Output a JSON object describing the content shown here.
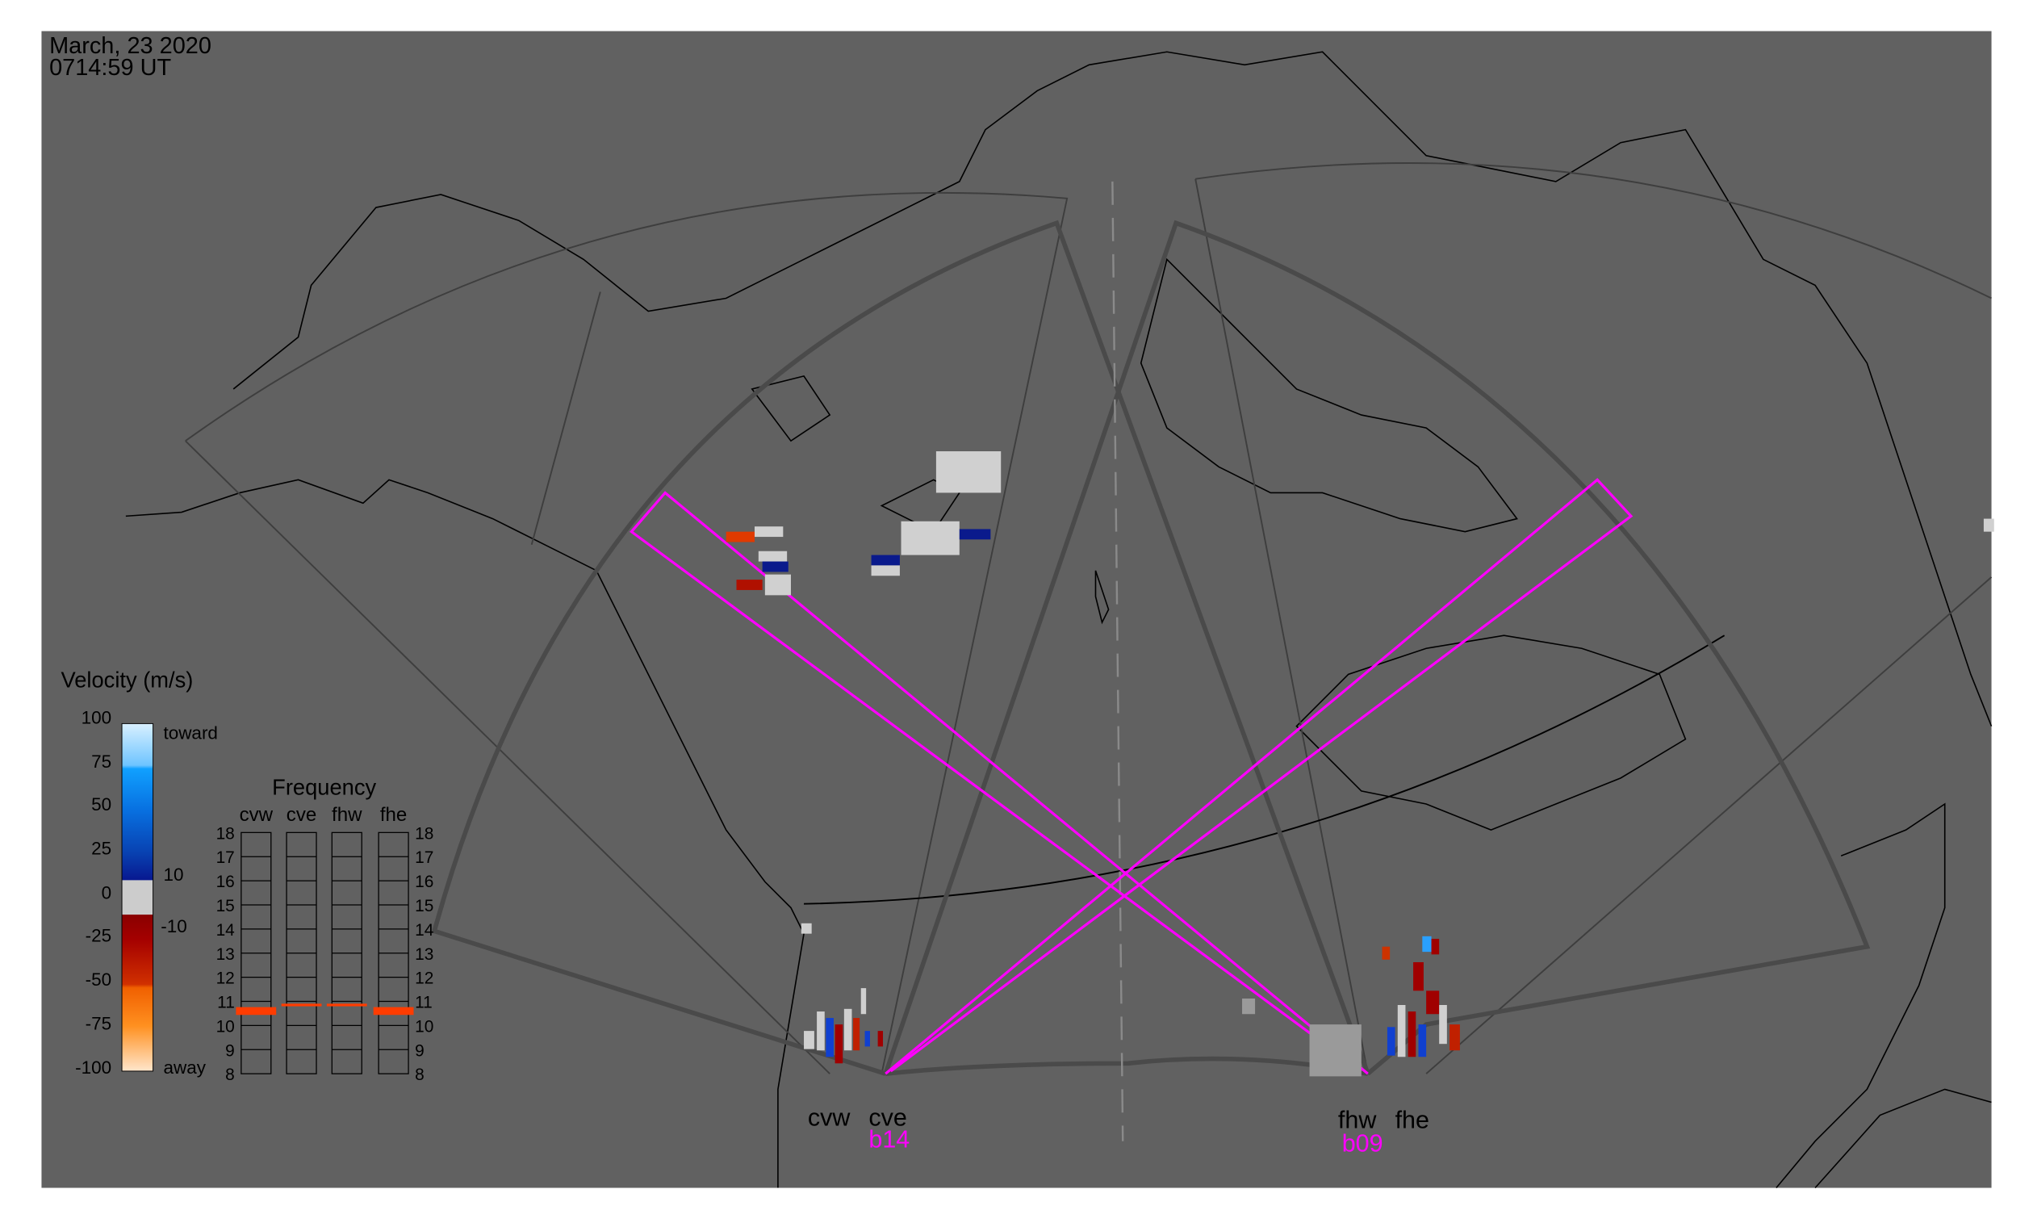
{
  "header": {
    "date": "March, 23 2020",
    "time": "0714:59 UT"
  },
  "colors": {
    "background": "#616161",
    "beam": "#ff00ff",
    "fan": "#4a4a4a",
    "coast": "#000000"
  },
  "velocity_legend": {
    "title": "Velocity (m/s)",
    "ticks": [
      "100",
      "75",
      "50",
      "25",
      "0",
      "-25",
      "-50",
      "-75",
      "-100"
    ],
    "toward_label": "toward",
    "away_label": "away",
    "threshold_pos": "10",
    "threshold_neg": "-10"
  },
  "frequency_panel": {
    "title": "Frequency",
    "radars": [
      "cvw",
      "cve",
      "fhw",
      "fhe"
    ],
    "ticks": [
      "18",
      "17",
      "16",
      "15",
      "14",
      "13",
      "12",
      "11",
      "10",
      "9",
      "8"
    ],
    "active_mhz": [
      10.6,
      10.85,
      10.85,
      10.6
    ]
  },
  "sites": {
    "cv": {
      "west": "cvw",
      "east": "cve",
      "beam": "b14"
    },
    "fh": {
      "west": "fhw",
      "east": "fhe",
      "beam": "b09"
    }
  }
}
